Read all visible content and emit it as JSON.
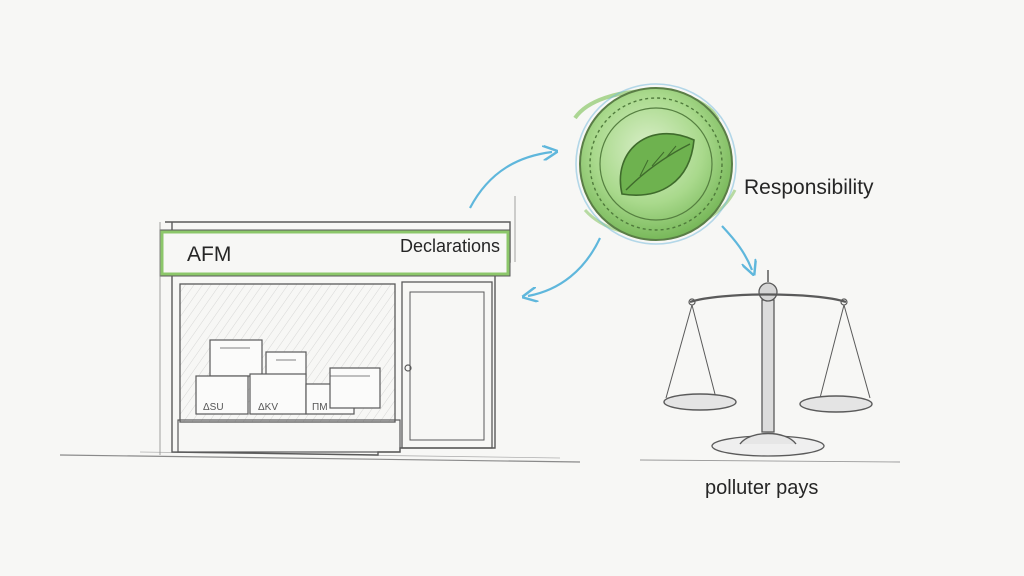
{
  "store": {
    "sign_left": "AFM",
    "sign_right": "Declarations",
    "box_labels": [
      "ΔSU",
      "ΔKV",
      "ΠM"
    ]
  },
  "coin": {
    "label": "Responsibility",
    "icon": "leaf-icon"
  },
  "scale": {
    "label": "polluter pays",
    "icon": "balance-scale-icon"
  },
  "colors": {
    "green": "#8cc76a",
    "arrow_blue": "#5fb7dc",
    "ink": "#5a5a5a"
  }
}
